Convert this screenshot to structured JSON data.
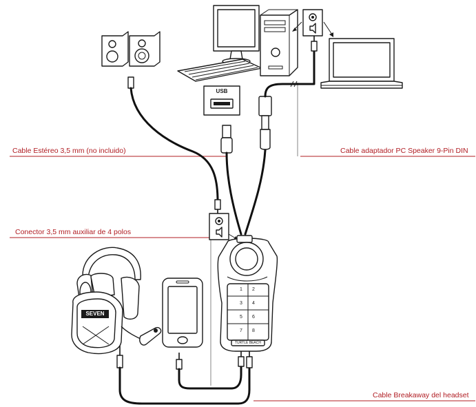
{
  "labels": {
    "stereo_cable": "Cable Estéreo 3,5 mm (no incluido)",
    "pc_speaker_adapter": "Cable adaptador PC Speaker 9-Pin DIN",
    "aux_connector": "Conector 3,5 mm auxiliar de 4 polos",
    "breakaway_cable": "Cable Breakaway del headset"
  },
  "usb_port": {
    "label": "USB"
  },
  "headset_brand": "SEVEN",
  "amp_brand": "TURTLE BEACH",
  "amp_buttons": [
    "1",
    "2",
    "3",
    "4",
    "5",
    "6",
    "7",
    "8"
  ],
  "colors": {
    "label_text": "#b01c22",
    "label_line": "#b01c22",
    "line_art": "#1a1a1a",
    "cable": "#111111"
  },
  "icons": [
    "speaker-jack-icon",
    "speaker-jack-icon",
    "usb-port-icon"
  ]
}
